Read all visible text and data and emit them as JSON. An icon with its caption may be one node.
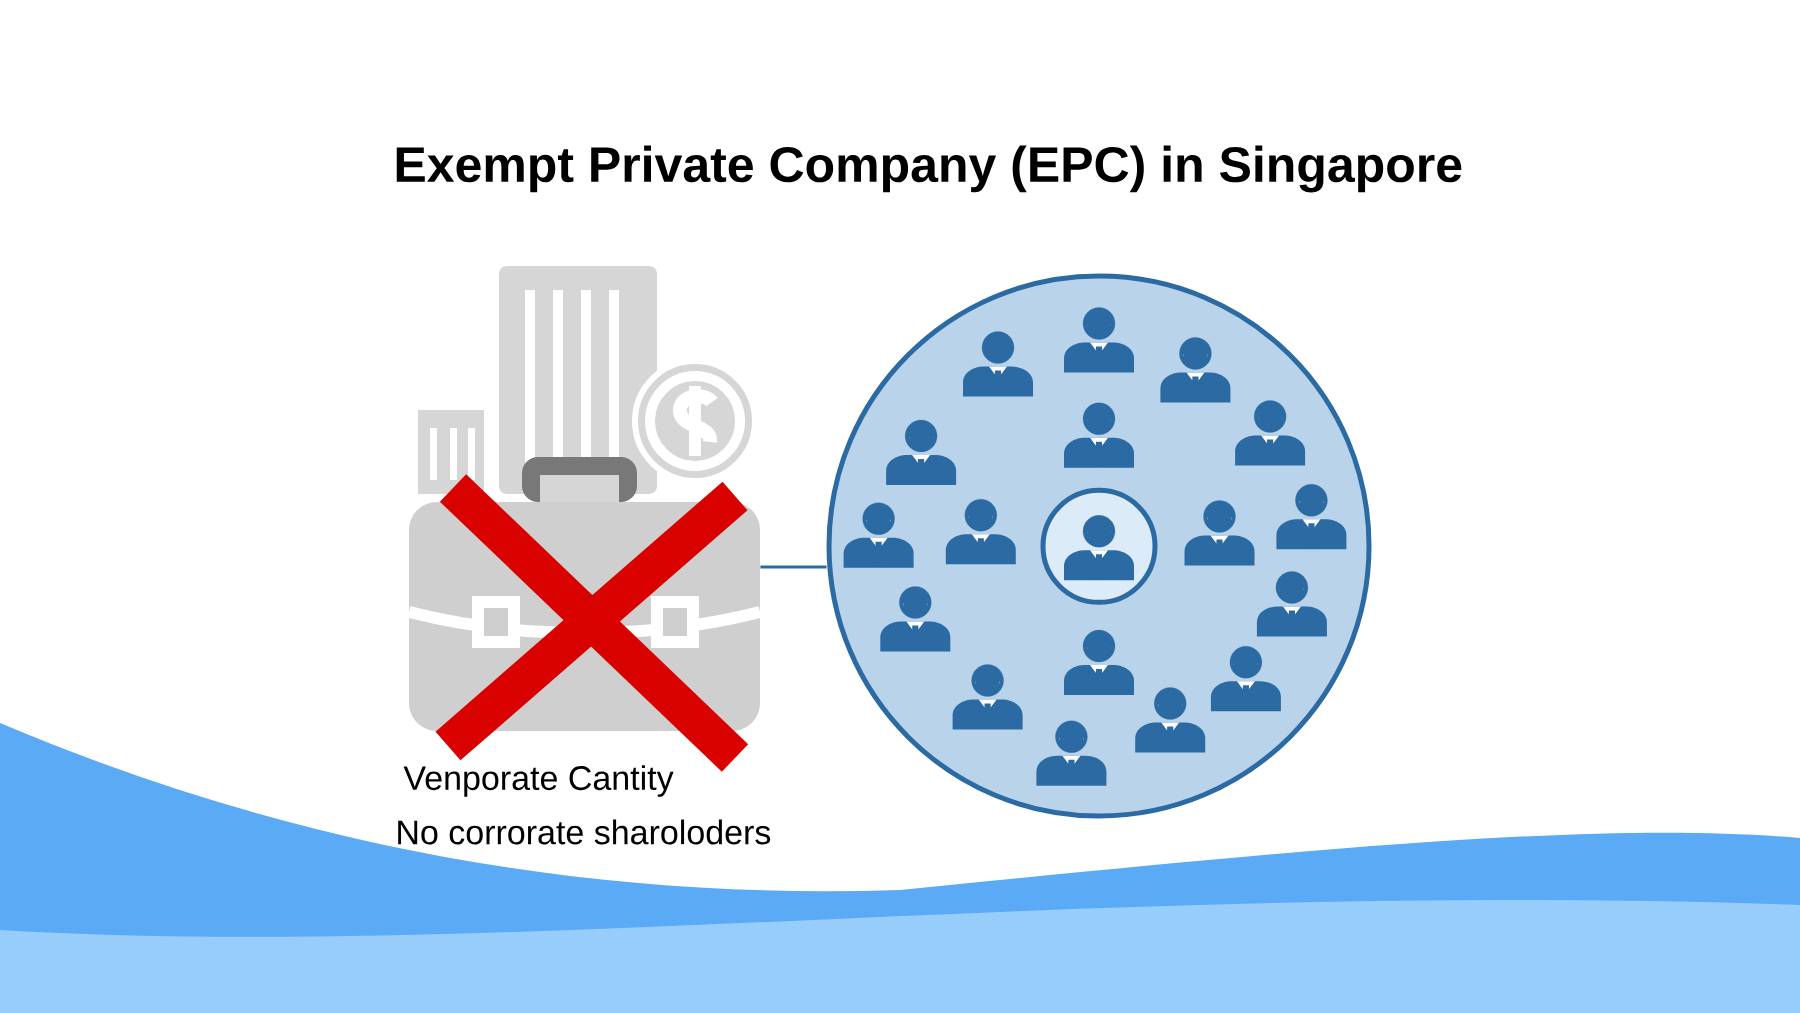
{
  "diagram": {
    "title": "Exempt Private Company (EPC) in Singapore",
    "nodes": [
      {
        "text": [],
        "shape": "picture",
        "beside": [
          "Venporate Cantity",
          "No corrorate sharoloders"
        ]
      },
      {
        "text": [],
        "shape": "circle"
      }
    ],
    "edges": [
      {
        "from": 0,
        "to": 1,
        "arrow": "none"
      }
    ]
  }
}
